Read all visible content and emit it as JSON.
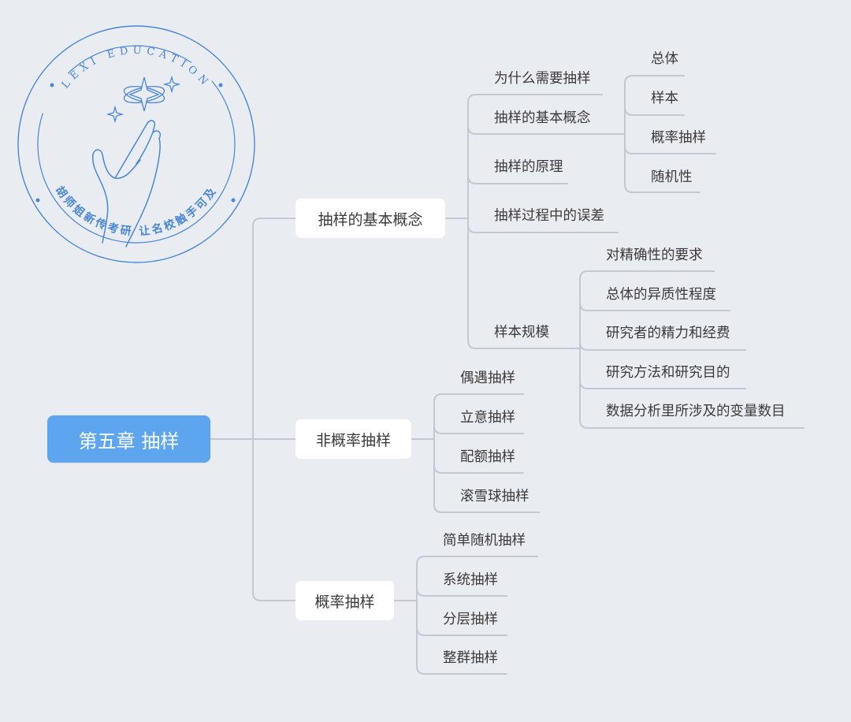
{
  "logo": {
    "top_text": "LEXI EDUCATION",
    "bottom_text": "胡师姐新传考研 让名校触手可及",
    "color": "#4a86d6"
  },
  "colors": {
    "background": "#e9edf2",
    "root_fill": "#5da5ef",
    "connector": "#c5c9cf",
    "text": "#3b3b3b"
  },
  "mindmap": {
    "root": {
      "label": "第五章 抽样"
    },
    "branches": [
      {
        "label": "抽样的基本概念",
        "children": [
          {
            "label": "为什么需要抽样"
          },
          {
            "label": "抽样的基本概念",
            "children": [
              {
                "label": "总体"
              },
              {
                "label": "样本"
              },
              {
                "label": "概率抽样"
              },
              {
                "label": "随机性"
              }
            ]
          },
          {
            "label": "抽样的原理"
          },
          {
            "label": "抽样过程中的误差"
          },
          {
            "label": "样本规模",
            "children": [
              {
                "label": "对精确性的要求"
              },
              {
                "label": "总体的异质性程度"
              },
              {
                "label": "研究者的精力和经费"
              },
              {
                "label": "研究方法和研究目的"
              },
              {
                "label": "数据分析里所涉及的变量数目"
              }
            ]
          }
        ]
      },
      {
        "label": "非概率抽样",
        "children": [
          {
            "label": "偶遇抽样"
          },
          {
            "label": "立意抽样"
          },
          {
            "label": "配额抽样"
          },
          {
            "label": "滚雪球抽样"
          }
        ]
      },
      {
        "label": "概率抽样",
        "children": [
          {
            "label": "简单随机抽样"
          },
          {
            "label": "系统抽样"
          },
          {
            "label": "分层抽样"
          },
          {
            "label": "整群抽样"
          }
        ]
      }
    ]
  }
}
